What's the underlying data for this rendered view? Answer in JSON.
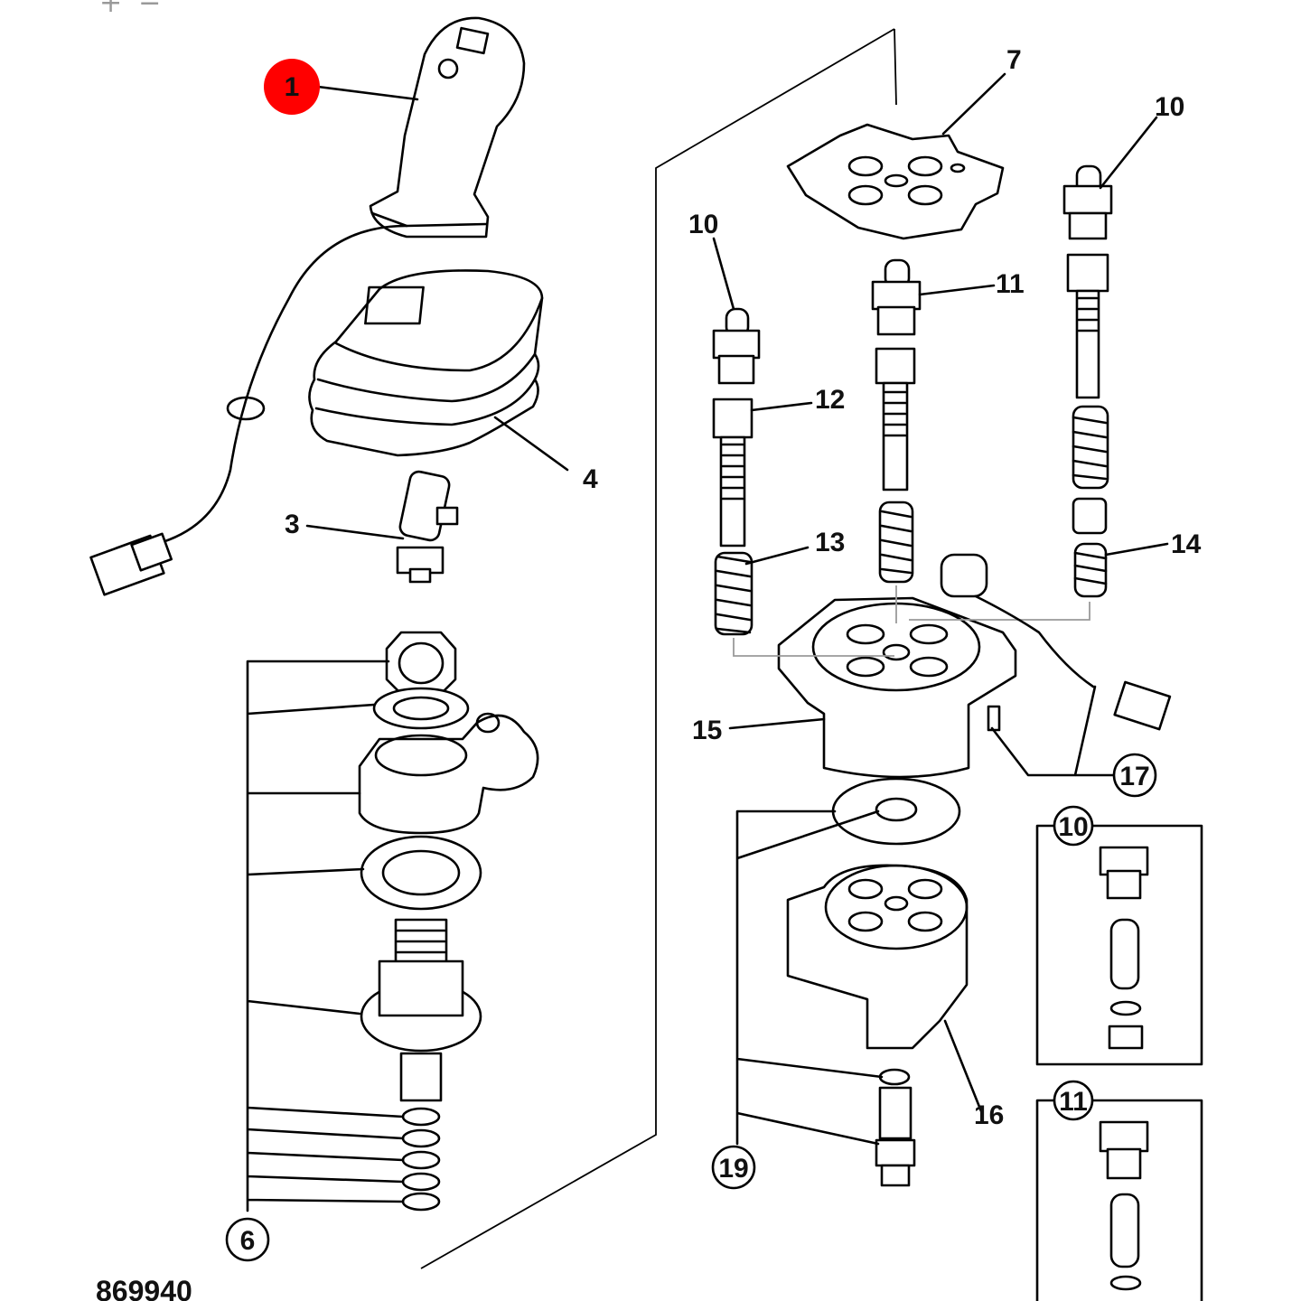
{
  "zoom": {
    "plus": "+",
    "minus": "−"
  },
  "callouts": {
    "c1": "1",
    "c3": "3",
    "c4": "4",
    "c6": "6",
    "c7": "7",
    "c10a": "10",
    "c10b": "10",
    "c10c": "10",
    "c11a": "11",
    "c11b": "11",
    "c12": "12",
    "c13": "13",
    "c14": "14",
    "c15": "15",
    "c16": "16",
    "c17": "17",
    "c19": "19"
  },
  "drawing_number": "869940",
  "colors": {
    "highlight": "#ff0000",
    "line": "#000000",
    "guide": "#9a9a9a"
  }
}
